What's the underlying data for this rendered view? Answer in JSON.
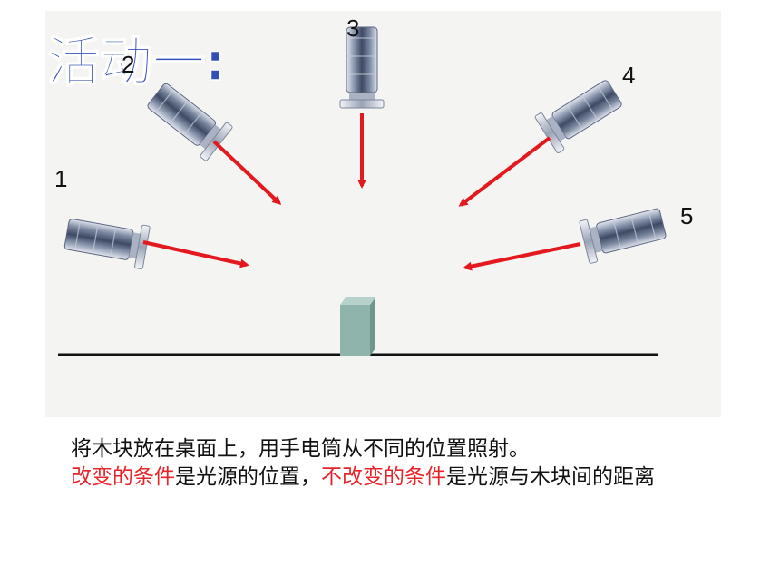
{
  "title": "活动一:",
  "flashlights": [
    {
      "label": "1",
      "angle": -80
    },
    {
      "label": "2",
      "angle": -55
    },
    {
      "label": "3",
      "angle": 0
    },
    {
      "label": "4",
      "angle": 55
    },
    {
      "label": "5",
      "angle": 80
    }
  ],
  "caption": {
    "line1": "将木块放在桌面上，用手电筒从不同的位置照射。",
    "changed_label": "改变的条件",
    "changed_text": "是光源的位置，",
    "unchanged_label": "不改变的条件",
    "unchanged_text": "是光源与木块间的距离"
  },
  "colors": {
    "scene_bg": "#f4f5f3",
    "arrow": "#e3191f",
    "block_front": "#8fb4ab",
    "block_side": "#6f968d",
    "title": "#2340b4",
    "accent_text": "#e8242a"
  }
}
